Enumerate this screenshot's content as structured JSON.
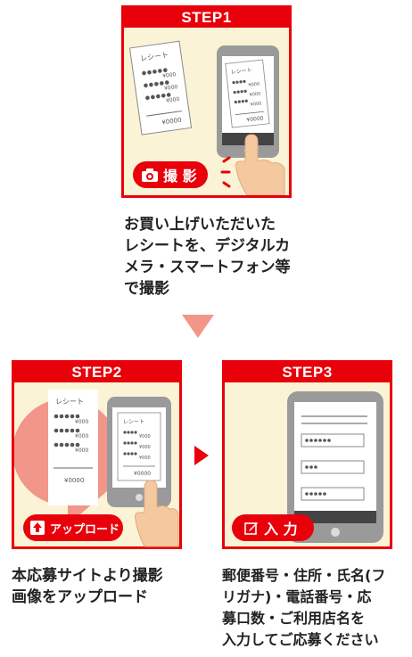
{
  "step1": {
    "header": "STEP1",
    "receipt_title": "レシート",
    "yen_small": "¥000",
    "yen_total": "¥0000",
    "button_label": "撮 影",
    "description_lines": [
      "お買い上げいただいた",
      "レシートを、デジタルカ",
      "メラ・スマートフォン等",
      "で撮影"
    ]
  },
  "step2": {
    "header": "STEP2",
    "receipt_title": "レシート",
    "yen_small": "¥000",
    "yen_total": "¥0000",
    "button_label": "アップロード",
    "description_lines": [
      "本応募サイトより撮影",
      "画像をアップロード"
    ]
  },
  "step3": {
    "header": "STEP3",
    "button_label": "入 力",
    "description_lines": [
      "郵便番号・住所・氏名(フ",
      "リガナ)・電話番号・応",
      "募口数・ご利用店名を",
      "入力してご応募ください"
    ]
  },
  "colors": {
    "brand_red": "#e8000b",
    "panel_bg": "#fbf3d6",
    "arrow_pink": "#f2968a",
    "phone_gray": "#9a9a9a"
  }
}
